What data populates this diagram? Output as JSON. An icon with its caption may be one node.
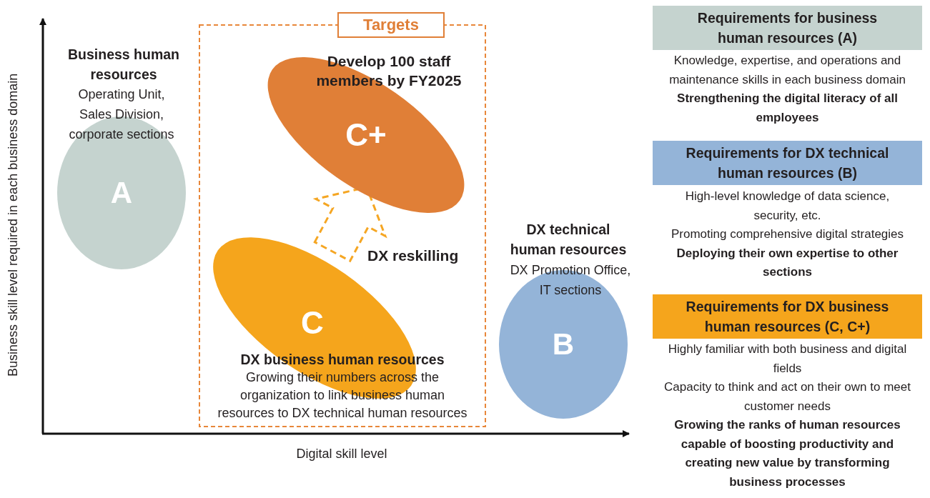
{
  "diagram": {
    "nodes": [
      {
        "text": [
          "Targets"
        ]
      },
      {
        "text": [
          "Develop 100 staff members by FY2025",
          "C+"
        ],
        "in": 0
      },
      {
        "text": [
          "C",
          "DX business human resources",
          "Growing their numbers across the organization to link business human resources to DX technical human resources"
        ],
        "in": 0
      },
      {
        "text": [
          "Business human resources",
          "Operating Unit, Sales Division, corporate sections",
          "A"
        ]
      },
      {
        "text": [
          "DX technical human resources",
          "DX Promotion Office, IT sections",
          "B"
        ]
      },
      {
        "text": [
          "Requirements for business human resources (A)"
        ],
        "beside": [
          "Knowledge, expertise, and operations and maintenance skills in each business domain",
          "Strengthening the digital literacy of all employees"
        ]
      },
      {
        "text": [
          "Requirements for DX technical human resources (B)"
        ],
        "beside": [
          "High-level knowledge of data science, security, etc.",
          "Promoting comprehensive digital strategies",
          "Deploying their own expertise to other sections"
        ]
      },
      {
        "text": [
          "Requirements for DX business human resources (C, C+)"
        ],
        "beside": [
          "Highly familiar with both business and digital fields",
          "Capacity to think and act on their own to meet customer needs",
          "Growing the ranks of human resources capable of boosting productivity and creating new value by transforming business processes"
        ]
      }
    ],
    "edges": [
      {
        "from": 2,
        "to": 1,
        "arrow": "to",
        "label": "DX reskilling",
        "style": "dashed",
        "color": "#f5a623"
      }
    ],
    "labels": [
      "Business skill level required in each business domain",
      "Digital skill level"
    ]
  }
}
